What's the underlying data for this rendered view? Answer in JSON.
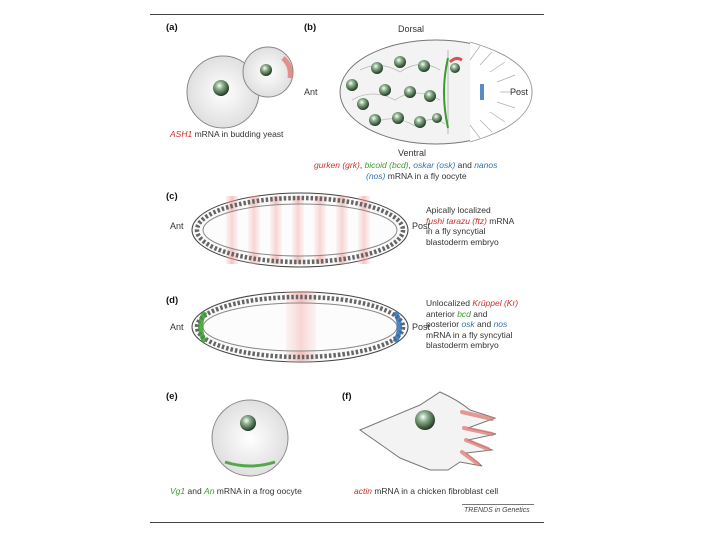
{
  "panels": {
    "a": {
      "letter": "(a)",
      "caption_gene": "ASH1",
      "caption_rest": " mRNA in budding yeast"
    },
    "b": {
      "letter": "(b)",
      "dorsal": "Dorsal",
      "ventral": "Ventral",
      "ant": "Ant",
      "post": "Post",
      "caption": {
        "grk": "gurken (grk)",
        "sep1": ", ",
        "bcd": "bicoid (bcd)",
        "sep2": ", ",
        "osk": "oskar (osk)",
        "and": " and ",
        "nanos": "nanos",
        "nos": "(nos)",
        "rest": " mRNA in a fly oocyte"
      }
    },
    "c": {
      "letter": "(c)",
      "ant": "Ant",
      "post": "Post",
      "caption": {
        "line1": "Apically localized",
        "ftz": "fushi tarazu (ftz)",
        "line2_rest": " mRNA",
        "line3": "in a fly syncytial",
        "line4": "blastoderm embryo"
      }
    },
    "d": {
      "letter": "(d)",
      "ant": "Ant",
      "post": "Post",
      "caption": {
        "line1_pre": "Unlocalized ",
        "kr": "Krüppel (Kr)",
        "line2_pre": "anterior ",
        "bcd": "bcd",
        "line2_post": " and",
        "line3_pre": "posterior ",
        "osk": "osk",
        "line3_mid": " and ",
        "nos": "nos",
        "line4": "mRNA in a fly syncytial",
        "line5": "blastoderm embryo"
      }
    },
    "e": {
      "letter": "(e)",
      "vg1": "Vg1",
      "and": " and ",
      "an": "An",
      "rest": " mRNA in a frog oocyte"
    },
    "f": {
      "letter": "(f)",
      "actin": "actin",
      "rest": " mRNA in a chicken fibroblast cell"
    }
  },
  "credit": "TRENDS in Genetics",
  "colors": {
    "red": "#d9534f",
    "green": "#3b9b2f",
    "blue": "#2f6fb5",
    "nucleus": "#2f4a32"
  }
}
